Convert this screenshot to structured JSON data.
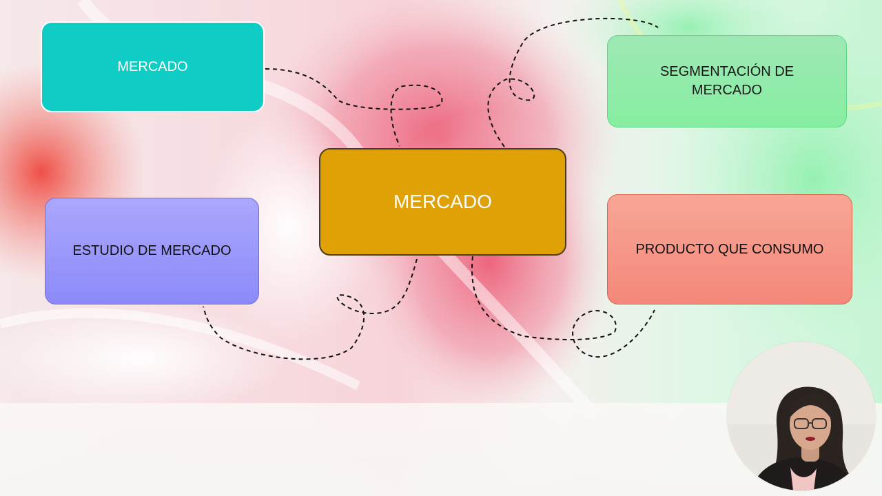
{
  "slide": {
    "center_node": "MERCADO",
    "nodes": {
      "top_left": "MERCADO",
      "top_right": "SEGMENTACIÓN DE MERCADO",
      "left": "ESTUDIO DE MERCADO",
      "right": "PRODUCTO QUE CONSUMO"
    },
    "colors": {
      "center": "#e0a106",
      "top_left": "#0fcdc4",
      "top_right": "#92eba9",
      "left": "#9c99fb",
      "right": "#f69887"
    }
  },
  "webcam": {
    "icon": "presenter-webcam"
  }
}
